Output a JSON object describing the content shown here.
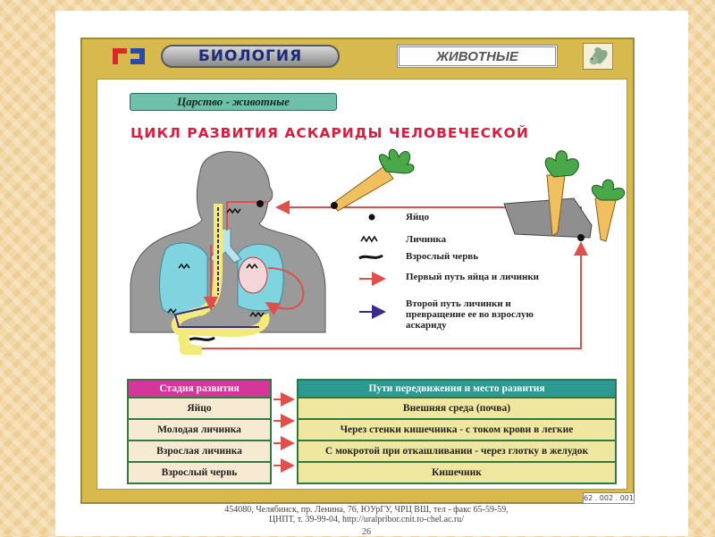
{
  "header": {
    "subject": "БИОЛОГИЯ",
    "section": "ЖИВОТНЫЕ",
    "logo_icon": "publisher-logo-icon",
    "animal_icon": "squirrel-icon"
  },
  "kingdom_label": "Царство - животные",
  "heading": "ЦИКЛ РАЗВИТИЯ АСКАРИДЫ ЧЕЛОВЕЧЕСКОЙ",
  "legend": {
    "egg": "Яйцо",
    "larva": "Личинка",
    "adult": "Взрослый червь",
    "first_path": "Первый путь яйца и личинки",
    "second_path": "Второй путь личинки и превращение ее во взрослую аскариду"
  },
  "colors": {
    "first_path_arrow": "#e0504a",
    "second_path_arrow": "#3a2a8a",
    "body": "#9a9a9a",
    "lungs": "#7fd4e0",
    "intestine": "#f2ea7a"
  },
  "table": {
    "left_header": "Стадия развития",
    "right_header": "Пути передвижения и место развития",
    "rows": [
      {
        "stage": "Яйцо",
        "path": "Внешняя среда (почва)"
      },
      {
        "stage": "Молодая личинка",
        "path": "Через стенки кишечника - с током крови в легкие"
      },
      {
        "stage": "Взрослая личинка",
        "path": "С мокротой при откашливании - через глотку в желудок"
      },
      {
        "stage": "Взрослый червь",
        "path": "Кишечник"
      }
    ]
  },
  "code_label": "62 . 002 . 001",
  "footer": {
    "line1": "454080, Челябинск, пр. Ленина, 76, ЮУрГУ, ЧРЦ ВШ, тел - факс 65-59-59,",
    "line2": "ЦНПТ, т. 39-99-04, http://uralpribor.cnit.to-chel.ac.ru/",
    "page_number": "26"
  }
}
